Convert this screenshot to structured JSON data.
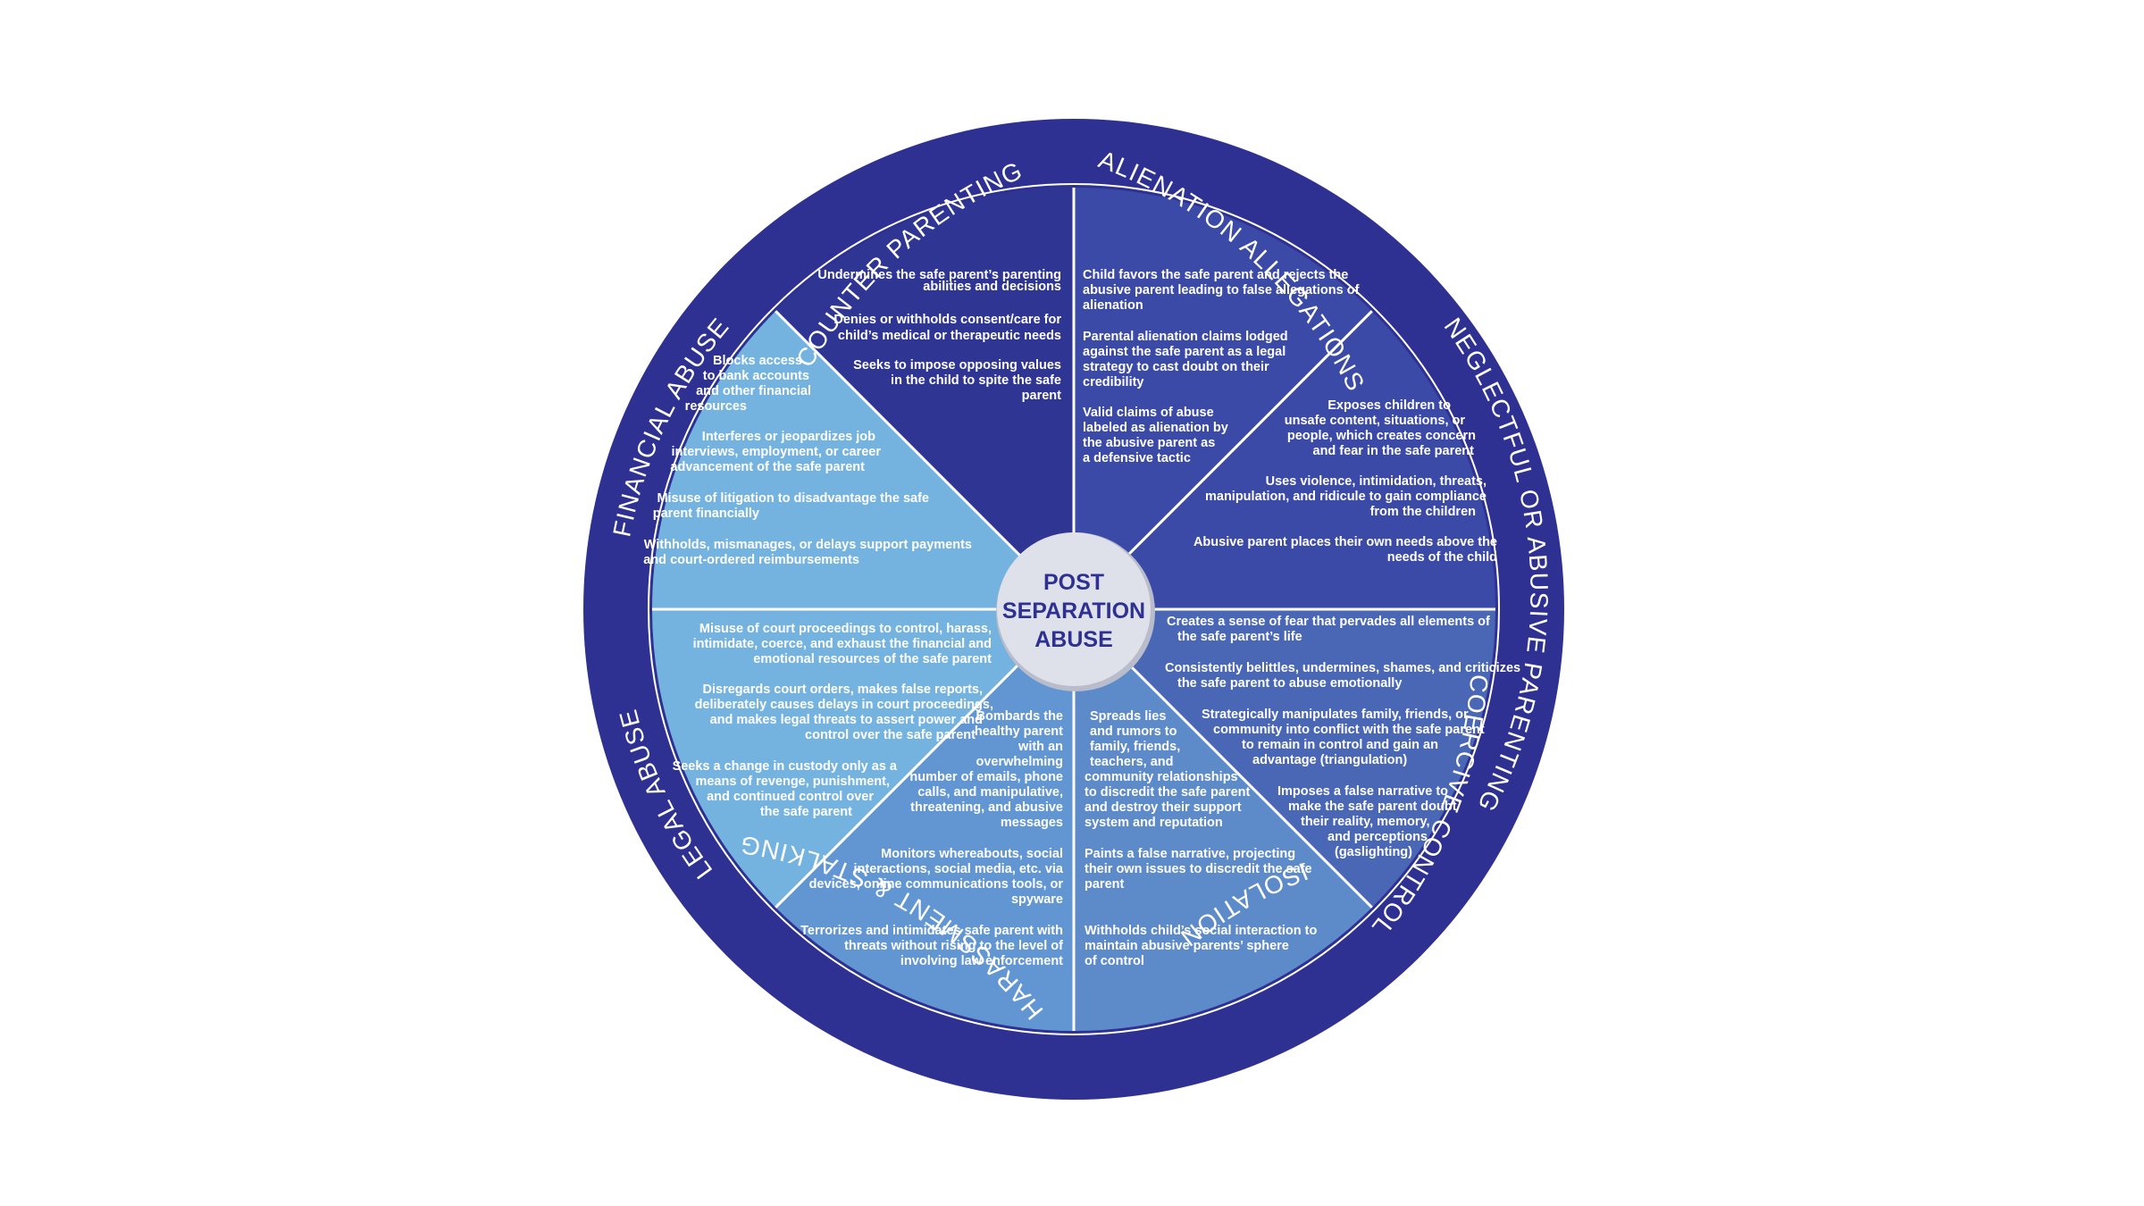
{
  "center": {
    "lines": [
      "POST",
      "SEPARATION",
      "ABUSE"
    ]
  },
  "colors": {
    "rim": "#2e3192",
    "center_fill": "#dfe1ea",
    "center_text": "#2e3192",
    "divider": "#ffffff"
  },
  "segments": [
    {
      "id": "counter-parenting",
      "label": "COUNTER PARENTING",
      "color": "#3b4aa6",
      "paragraphs": [
        [
          "Undermines the safe parent’s parenting",
          "abilities and decisions"
        ],
        [
          "Denies or withholds consent/care for",
          "child’s medical or therapeutic needs"
        ],
        [
          "Seeks to impose opposing values",
          "in the child to spite the safe",
          "parent"
        ]
      ]
    },
    {
      "id": "alienation-allegations",
      "label": "ALIENATION ALLEGATIONS",
      "color": "#3b4aa6",
      "paragraphs": [
        [
          "Child favors the safe parent and rejects the",
          "abusive parent leading to false allegations of",
          "alienation"
        ],
        [
          "Parental alienation claims lodged",
          "against the safe parent as a legal",
          "strategy to cast doubt on their",
          "credibility"
        ],
        [
          "Valid claims of abuse",
          "labeled as alienation by",
          "the abusive parent as",
          "a defensive tactic"
        ]
      ]
    },
    {
      "id": "neglectful-parenting",
      "label": "NEGLECTFUL OR ABUSIVE PARENTING",
      "color": "#4a67b6",
      "paragraphs": [
        [
          "Exposes children to",
          "unsafe content, situations, or",
          "people, which creates concern",
          "and fear in the safe parent"
        ],
        [
          "Uses violence, intimidation, threats,",
          "manipulation, and ridicule to gain compliance",
          "from the children"
        ],
        [
          "Abusive parent places their own needs above the",
          "needs of the child"
        ]
      ]
    },
    {
      "id": "coercive-control",
      "label": "COERCIVE CONTROL",
      "color": "#5d8ac9",
      "paragraphs": [
        [
          "Creates a sense of fear that pervades all elements of",
          "the safe parent’s life"
        ],
        [
          "Consistently belittles, undermines, shames, and criticizes",
          "the safe parent to abuse emotionally"
        ],
        [
          "Strategically manipulates family, friends, or",
          "community into conflict with the safe parent",
          "to remain in control and gain an",
          "advantage (triangulation)"
        ],
        [
          "Imposes a false narrative to",
          "make the safe parent doubt",
          "their reality, memory,",
          "and perceptions",
          "(gaslighting)"
        ]
      ]
    },
    {
      "id": "isolation",
      "label": "ISOLATION",
      "color": "#6196d2",
      "paragraphs": [
        [
          "Spreads lies",
          "and rumors to",
          "family, friends,",
          "teachers, and",
          "community relationships",
          "to discredit the safe parent",
          "and destroy their support",
          "system and reputation"
        ],
        [
          "Paints a false narrative, projecting",
          "their own issues to discredit the safe",
          "parent"
        ],
        [
          "Withholds child’s social interaction to",
          "maintain abusive parents’ sphere",
          "of control"
        ]
      ]
    },
    {
      "id": "harassment-stalking",
      "label": "HARASSMENT & STALKING",
      "color": "#74b3df",
      "paragraphs": [
        [
          "Bombards the",
          "healthy parent",
          "with an",
          "overwhelming",
          "number of emails, phone",
          "calls, and manipulative,",
          "threatening, and abusive",
          "messages"
        ],
        [
          "Monitors whereabouts, social",
          "interactions, social media, etc. via",
          "devices, online communications tools, or",
          "spyware"
        ],
        [
          "Terrorizes and intimidates safe parent with",
          "threats without rising to the level of",
          "involving law enforcement"
        ]
      ]
    },
    {
      "id": "legal-abuse",
      "label": "LEGAL ABUSE",
      "color": "#74b3df",
      "paragraphs": [
        [
          "Misuse of court proceedings to control, harass,",
          "intimidate, coerce, and exhaust the financial and",
          "emotional resources of the safe parent"
        ],
        [
          "Disregards court orders, makes false reports,",
          "deliberately causes delays in court proceedings,",
          "and makes legal threats to assert power and",
          "control over the safe parent"
        ],
        [
          "Seeks a change in custody only as a",
          "means of revenge, punishment,",
          "and continued control over",
          "the safe parent"
        ]
      ]
    },
    {
      "id": "financial-abuse",
      "label": "FINANCIAL ABUSE",
      "color": "#2f3592",
      "paragraphs": [
        [
          "Blocks access",
          "to bank accounts",
          "and other financial",
          "resources"
        ],
        [
          "Interferes or jeopardizes job",
          "interviews, employment, or career",
          "advancement of the safe parent"
        ],
        [
          "Misuse of litigation to disadvantage the safe",
          "parent financially"
        ],
        [
          "Withholds, mismanages, or delays support payments",
          "and court-ordered reimbursements"
        ]
      ]
    }
  ]
}
